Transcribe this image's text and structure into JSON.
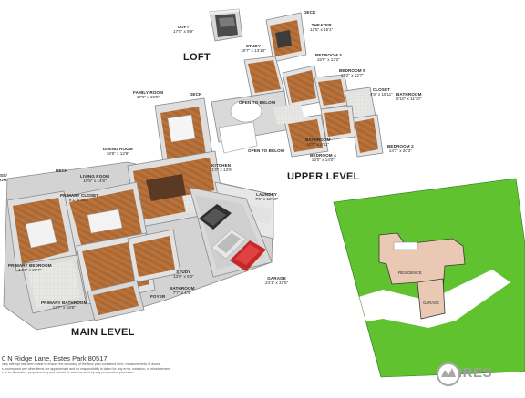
{
  "levels": {
    "loft": "LOFT",
    "upper": "UPPER LEVEL",
    "main": "MAIN LEVEL"
  },
  "rooms": {
    "loft": {
      "name": "LOFT",
      "dims": "17'5\" x 9'9\""
    },
    "deck_upper": {
      "name": "DECK"
    },
    "theater": {
      "name": "THEATER",
      "dims": "12'5\" x 15'1\""
    },
    "study_upper": {
      "name": "STUDY",
      "dims": "18'7\" x 13'10\""
    },
    "bedroom3": {
      "name": "BEDROOM 3",
      "dims": "15'6\" x 13'2\""
    },
    "bedroom5": {
      "name": "BEDROOM 5",
      "dims": "13'2\" x 12'7\""
    },
    "closet_upper": {
      "name": "CLOSET",
      "dims": "4'8\" x 15'11\""
    },
    "bathroom_upper": {
      "name": "BATHROOM",
      "dims": "8'10\" x 11'10\""
    },
    "open_below_1": {
      "name": "OPEN TO BELOW"
    },
    "open_below_2": {
      "name": "OPEN TO BELOW"
    },
    "bathroom_mid": {
      "name": "BATHROOM",
      "dims": "10'0\" x 8'11\""
    },
    "bedroom4": {
      "name": "BEDROOM 4",
      "dims": "13'0\" x 14'0\""
    },
    "bedroom2": {
      "name": "BEDROOM 2",
      "dims": "14'1\" x 20'3\""
    },
    "family_room": {
      "name": "FAMILY ROOM",
      "dims": "17'6\" x 15'5\""
    },
    "deck_main_top": {
      "name": "DECK"
    },
    "dining_room": {
      "name": "DINING ROOM",
      "dims": "18'5\" x 12'9\""
    },
    "kitchen": {
      "name": "KITCHEN",
      "dims": "21'0\" x 13'9\""
    },
    "laundry": {
      "name": "LAUNDRY",
      "dims": "7'0\" x 12'10\""
    },
    "deck_main_left": {
      "name": "DECK"
    },
    "living_room": {
      "name": "LIVING ROOM",
      "dims": "19'5\" x 14'8\""
    },
    "primary_closet": {
      "name": "PRIMARY CLOSET",
      "dims": "9'1\" x 16'5\""
    },
    "bath_partial": {
      "name": "SS/",
      "dims": "OM"
    },
    "primary_bedroom": {
      "name": "PRIMARY BEDROOM",
      "dims": "14'9\" x 20'7\""
    },
    "primary_bathroom": {
      "name": "PRIMARY BATHROOM",
      "dims": "13'7\" x 18'8\""
    },
    "study_main": {
      "name": "STUDY",
      "dims": "13'0\" x 9'0\""
    },
    "bathroom_main": {
      "name": "BATHROOM",
      "dims": "7'7\" x 4'4\""
    },
    "foyer": {
      "name": "FOYER"
    },
    "garage": {
      "name": "GARAGE",
      "dims": "24'1\" x 31'5\""
    }
  },
  "site_plan": {
    "residence": "RESIDENCE",
    "garage": "GARAGE",
    "colors": {
      "lawn": "#5fc22e",
      "building": "#e9c9b3",
      "outline": "#3a3a3a"
    }
  },
  "footer": {
    "address": "0 N Ridge Lane, Estes Park 80517",
    "disclaimer": [
      "very attempt has been made to ensure the accuracy of the floor plan contained here, measurements of doors,",
      "s, rooms and any other items are approximate and no responsibility is taken for any error, omission, or misstatement.",
      "n is for illustrative purposes only and should be used as such by any prospective purchaser."
    ],
    "logo": "IRES"
  },
  "colors": {
    "floor": "#b5703a",
    "wall": "#f3f3f3",
    "wall_shade": "#c9c9c9",
    "label": "#2b2b2b"
  }
}
